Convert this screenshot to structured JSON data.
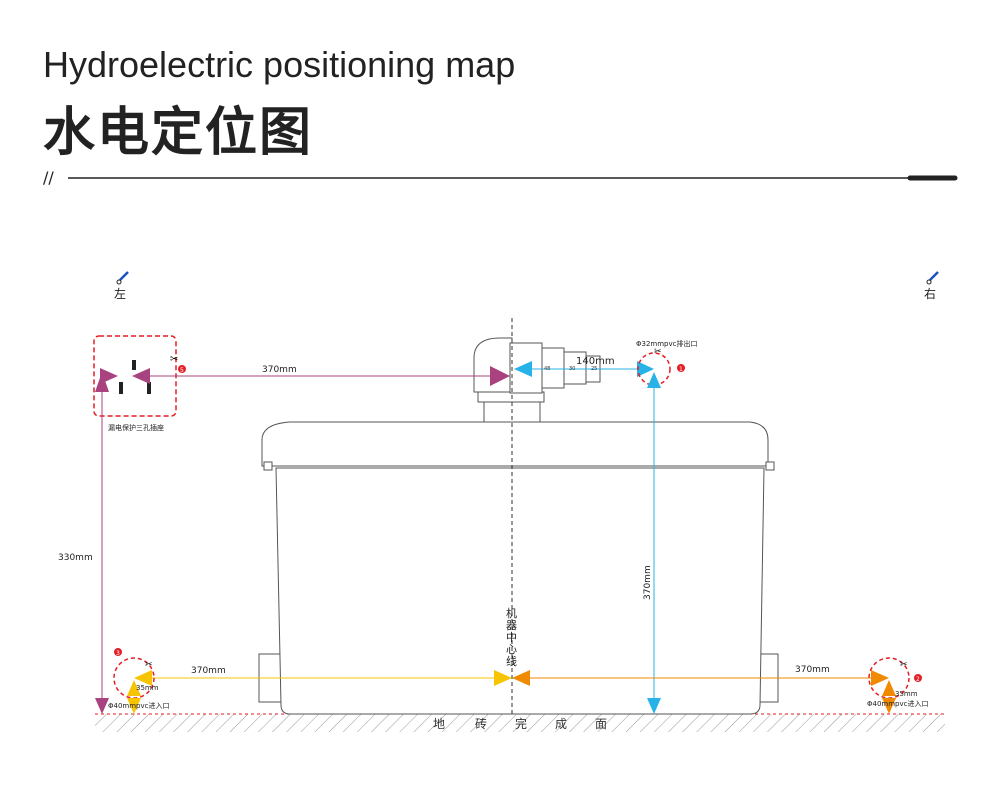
{
  "title_en": "Hydroelectric positioning map",
  "title_cn": "水电定位图",
  "divider_mark": "//",
  "labels": {
    "left": "左",
    "right": "右",
    "socket": "漏电保护三孔插座",
    "outlet": "Φ32mmpvc排出口",
    "inlet_left": "Φ40mmpvc进入口",
    "inlet_right": "Φ40mmpvc进入口",
    "center_line": [
      "机",
      "器",
      "中",
      "心",
      "线"
    ],
    "floor": [
      "地",
      "砖",
      "完",
      "成",
      "面"
    ]
  },
  "dimensions": {
    "socket_to_center": "370mm",
    "socket_height": "330mm",
    "pipe_length": "140mm",
    "outlet_height": "370mm",
    "left_inlet": "370mm",
    "right_inlet": "370mm",
    "left_inlet_height": "35mm",
    "right_inlet_height": "35mm",
    "pipe_marks": [
      "48",
      "30",
      "25"
    ]
  },
  "markers": [
    "1",
    "2",
    "3",
    "5"
  ],
  "colors": {
    "socket": "#a8437f",
    "outlet": "#27b3e8",
    "inlet_left": "#f6c400",
    "inlet_right": "#f08a00",
    "marker": "#e51e25"
  }
}
